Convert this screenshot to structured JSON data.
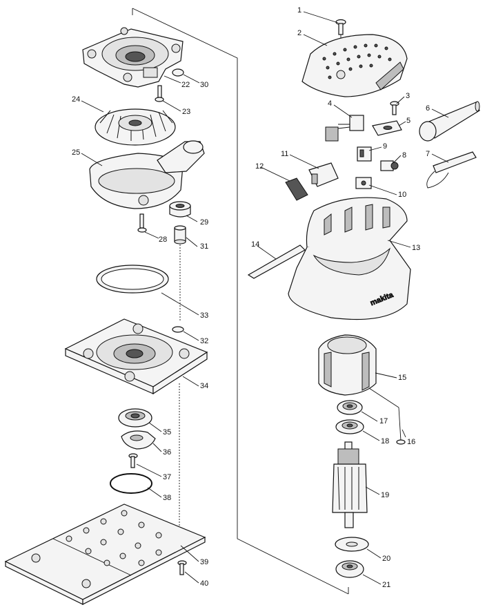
{
  "brand_logo_text": "makita",
  "labels": {
    "p1": "1",
    "p2": "2",
    "p3": "3",
    "p4": "4",
    "p5": "5",
    "p6": "6",
    "p7": "7",
    "p8": "8",
    "p9": "9",
    "p10": "10",
    "p11": "11",
    "p12": "12",
    "p13": "13",
    "p14": "14",
    "p15": "15",
    "p16": "16",
    "p17": "17",
    "p18": "18",
    "p19": "19",
    "p20": "20",
    "p21": "21",
    "p22": "22",
    "p23": "23",
    "p24": "24",
    "p25": "25",
    "p28": "28",
    "p29": "29",
    "p30": "30",
    "p31": "31",
    "p32": "32",
    "p33": "33",
    "p34": "34",
    "p35": "35",
    "p36": "36",
    "p37": "37",
    "p38": "38",
    "p39": "39",
    "p40": "40"
  }
}
